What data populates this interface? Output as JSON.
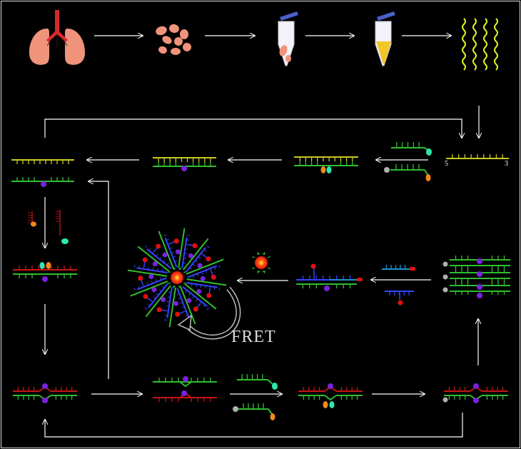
{
  "labels": {
    "strand_five_prime": "5",
    "strand_three_prime": "3",
    "fret": "FRET"
  },
  "colors": {
    "background": "#000000",
    "frame": "#dcdcdc",
    "arrow": "#ffffff",
    "green_strand": "#2fbe2f",
    "yellow_strand": "#c8c826",
    "red_strand": "#c81414",
    "dark_red_probe": "#7a1010",
    "blue_strand": "#3344ff",
    "cyan_strand": "#1e90c8",
    "purple_nucleotide": "#7a22e0",
    "orange_label": "#f08a1a",
    "aqua_label": "#2de8b0",
    "grey_cap": "#b0b0b0",
    "red_dye": "#e01010",
    "lung_tissue": "#f0937b",
    "trachea": "#d8282a",
    "tube_sample": "#f3c628",
    "tube_cap": "#4a5fc8",
    "rna_strand": "#e0f020"
  },
  "icons": [
    "lungs-icon",
    "tissue-fragments-icon",
    "tissue-tube-icon",
    "lysate-tube-icon",
    "rna-strands-icon",
    "quantum-dot-icon",
    "fret-nanoassembly-icon"
  ]
}
